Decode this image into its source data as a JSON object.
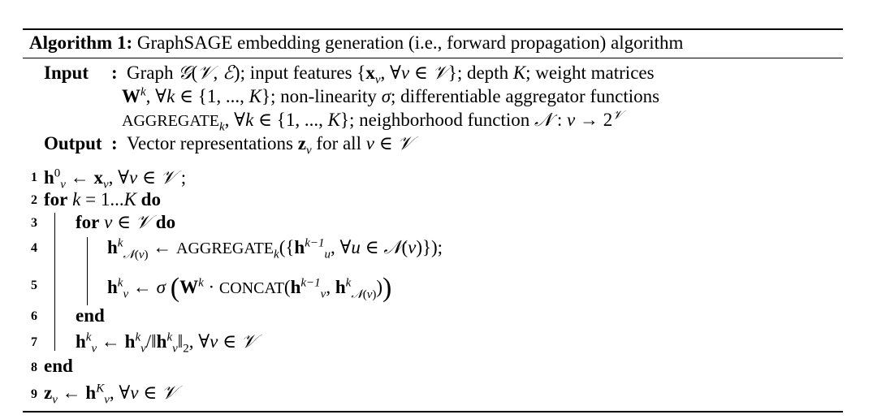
{
  "caption": {
    "label": "Algorithm 1:",
    "title": "GraphSAGE embedding generation (i.e., forward propagation) algorithm"
  },
  "input": {
    "label": "Input",
    "colon": ":",
    "lines": [
      "Graph 𝒢(𝒱, ℰ); input features {𝐱ᵥ, ∀v ∈ 𝒱}; depth K; weight matrices",
      "𝐖ᵏ, ∀k ∈ {1, ..., K}; non-linearity σ; differentiable aggregator functions",
      "AGGREGATEₖ, ∀k ∈ {1, ..., K}; neighborhood function 𝒩 : v → 2^𝒱"
    ]
  },
  "output": {
    "label": "Output",
    "colon": ":",
    "text": "Vector representations 𝐳ᵥ for all v ∈ 𝒱"
  },
  "line_numbers": [
    "1",
    "2",
    "3",
    "4",
    "5",
    "6",
    "7",
    "8",
    "9"
  ],
  "code": [
    "𝐡⁰ᵥ ← 𝐱ᵥ, ∀v ∈ 𝒱 ;",
    "for k = 1...K do",
    "for v ∈ 𝒱 do",
    "𝐡ᵏ𝒩(v) ← AGGREGATEₖ({𝐡ᵏ⁻¹ᵤ, ∀u ∈ 𝒩(v)});",
    "𝐡ᵏᵥ ← σ(𝐖ᵏ · CONCAT(𝐡ᵏ⁻¹ᵥ, 𝐡ᵏ𝒩(v)))",
    "end",
    "𝐡ᵏᵥ ← 𝐡ᵏᵥ/‖𝐡ᵏᵥ‖₂, ∀v ∈ 𝒱",
    "end",
    "𝐳ᵥ ← 𝐡ᴷᵥ, ∀v ∈ 𝒱"
  ]
}
